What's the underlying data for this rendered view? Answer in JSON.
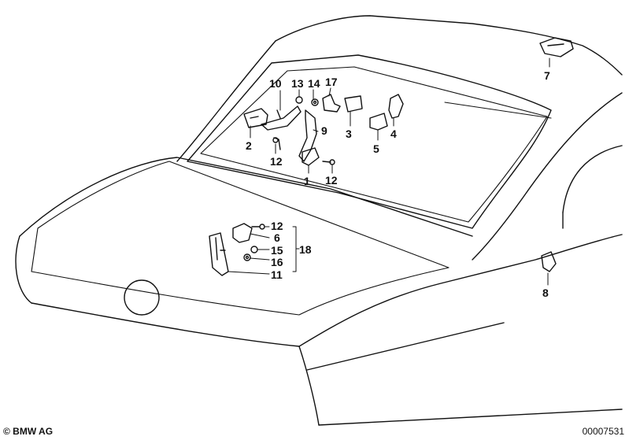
{
  "diagram": {
    "callouts": {
      "c1": "1",
      "c2": "2",
      "c3": "3",
      "c4": "4",
      "c5": "5",
      "c6": "6",
      "c7": "7",
      "c8": "8",
      "c9": "9",
      "c10": "10",
      "c11": "11",
      "c12a": "12",
      "c12b": "12",
      "c12c": "12",
      "c13": "13",
      "c14": "14",
      "c15": "15",
      "c16": "16",
      "c17": "17",
      "c18": "18"
    }
  },
  "footer": {
    "copyright": "© BMW AG",
    "reference_number": "00007531"
  }
}
